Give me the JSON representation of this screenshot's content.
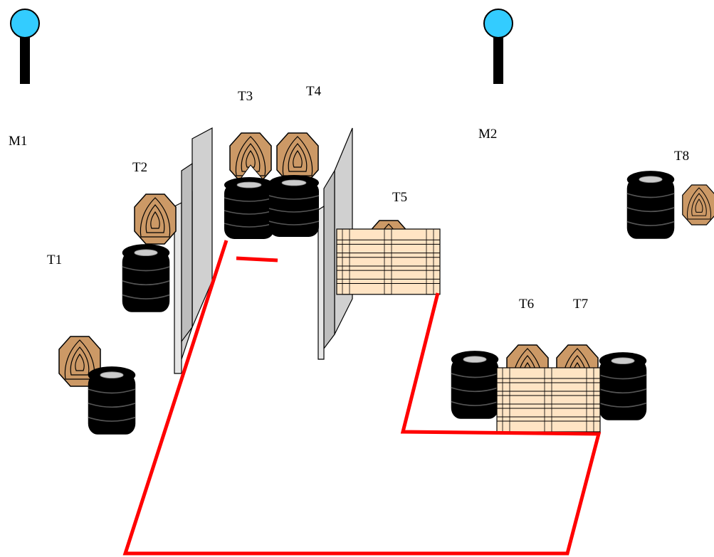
{
  "labels": {
    "M1": "M1",
    "M2": "M2",
    "T1": "T1",
    "T2": "T2",
    "T3": "T3",
    "T4": "T4",
    "T5": "T5",
    "T6": "T6",
    "T7": "T7",
    "T8": "T8"
  },
  "colors": {
    "fault_line": "#ff0000",
    "marker_head": "#33ccff",
    "target_fill": "#cc9966",
    "tire": "#000000",
    "tire_top": "#cccccc",
    "wall_face": "#d0d0d0",
    "pallet": "#ffe4c4"
  },
  "icons": {
    "marker": "start-marker-icon",
    "target": "steel-target-icon",
    "tire_stack": "tire-stack-icon",
    "wall": "barrier-wall-icon",
    "pallet": "pallet-icon"
  }
}
